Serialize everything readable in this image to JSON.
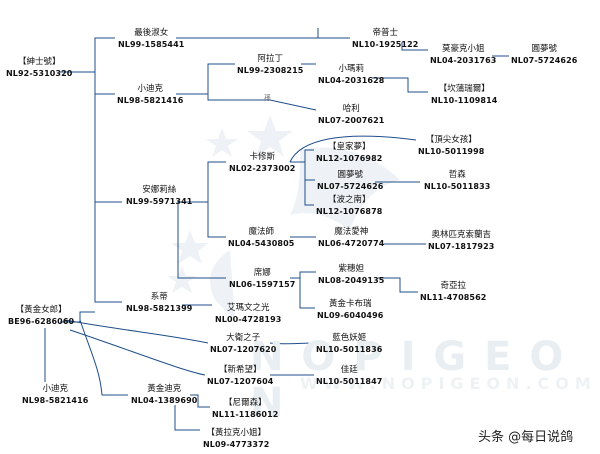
{
  "nodes": {
    "gentleman": {
      "name": "【紳士號】",
      "id": "NL92-5310320"
    },
    "lastwitch": {
      "name": "最後淑女",
      "id": "NL99-1585441"
    },
    "emperor": {
      "name": "帝普士",
      "id": "NL10-1925122"
    },
    "moxi": {
      "name": "莫豪克小姐",
      "id": "NL04-2031763"
    },
    "dream": {
      "name": "圓夢號",
      "id": "NL07-5724626"
    },
    "aladdin": {
      "name": "阿拉丁",
      "id": "NL99-2308215"
    },
    "xiaodike": {
      "name": "小迪克",
      "id": "NL98-5821416"
    },
    "xiaomali": {
      "name": "小瑪莉",
      "id": "NL04-2031628"
    },
    "kanpu": {
      "name": "【坎蒲瑞爾】",
      "id": "NL10-1109814"
    },
    "hali": {
      "name": "哈利",
      "id": "NL07-2007621"
    },
    "topgirl": {
      "name": "【頂尖女孩】",
      "id": "NL10-5011998"
    },
    "kaxiusi": {
      "name": "卡修斯",
      "id": "NL02-2373002"
    },
    "imperial": {
      "name": "【皇家夢】",
      "id": "NL12-1076982"
    },
    "yuanmeng": {
      "name": "圓夢號",
      "id": "NL07-5724626"
    },
    "zhesen": {
      "name": "哲森",
      "id": "NL10-5011833"
    },
    "bozhinan": {
      "name": "【波之南】",
      "id": "NL12-1076878"
    },
    "anlisi": {
      "name": "安娜莉絲",
      "id": "NL99-5971341"
    },
    "mofashi": {
      "name": "魔法師",
      "id": "NL04-5430805"
    },
    "mofaaishen": {
      "name": "魔法愛神",
      "id": "NL06-4720774"
    },
    "aolinpike": {
      "name": "奧林匹克索蘭吉",
      "id": "NL07-1817923"
    },
    "qiongna": {
      "name": "席娜",
      "id": "NL06-1597157"
    },
    "zisuiri": {
      "name": "紫穗妲",
      "id": "NL08-2049135"
    },
    "qiyala": {
      "name": "奇亞拉",
      "id": "NL11-4708562"
    },
    "huangjinkabu": {
      "name": "黃金卡布瑞",
      "id": "NL09-6040496"
    },
    "zidi": {
      "name": "系蒂",
      "id": "NL98-5821399"
    },
    "aimawen": {
      "name": "艾瑪文之光",
      "id": "NL00-4728193"
    },
    "golden": {
      "name": "【黃金女郎】",
      "id": "BE96-6286060"
    },
    "dawei": {
      "name": "大衛之子",
      "id": "NL07-1207620"
    },
    "lanse": {
      "name": "藍色妖姬",
      "id": "NL10-5011836"
    },
    "xinxiwang": {
      "name": "【新希望】",
      "id": "NL07-1207604"
    },
    "jiata": {
      "name": "佳廷",
      "id": "NL10-5011847"
    },
    "xiaodike2": {
      "name": "小迪克",
      "id": "NL98-5821416"
    },
    "huangjindike": {
      "name": "黃金迪克",
      "id": "NL04-1389690"
    },
    "nierbai": {
      "name": "【尼爾森】",
      "id": "NL11-1186012"
    },
    "halake": {
      "name": "【黃拉克小姐】",
      "id": "NL09-4773372"
    }
  },
  "watermark": "N O P I G E O N",
  "watermark_sub": "WWW.NOPIGEON.COM",
  "footer": "头条 @每日说鸽",
  "connector_label": "孫"
}
